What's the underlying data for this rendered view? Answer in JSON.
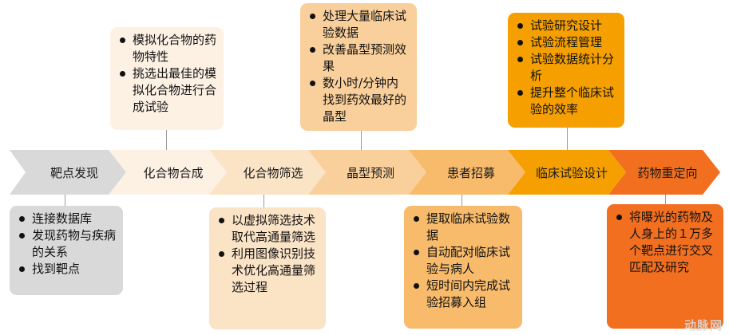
{
  "stages": [
    {
      "label": "靶点发现",
      "fill": "#d9d9d9"
    },
    {
      "label": "化合物合成",
      "fill": "#fdf1e4"
    },
    {
      "label": "化合物筛选",
      "fill": "#fbe3c6"
    },
    {
      "label": "晶型预测",
      "fill": "#f9cf9b"
    },
    {
      "label": "患者招募",
      "fill": "#f8bb6c"
    },
    {
      "label": "临床试验设计",
      "fill": "#f5a000"
    },
    {
      "label": "药物重定向",
      "fill": "#f26f1f"
    }
  ],
  "boxes": {
    "target": {
      "items": [
        "连接数据库",
        "发现药物与疾病的关系",
        "找到靶点"
      ],
      "fill": "#d9d9d9"
    },
    "synthesis": {
      "items": [
        "模拟化合物的药物特性",
        "挑选出最佳的模拟化合物进行合成试验"
      ],
      "fill": "#fdf1e4"
    },
    "screening": {
      "items": [
        "以虚拟筛选技术取代高通量筛选",
        "利用图像识别技术优化高通量筛选过程"
      ],
      "fill": "#fbe3c6"
    },
    "crystal": {
      "items": [
        "处理大量临床试验数据",
        "改善晶型预测效果",
        "数小时/分钟内找到药效最好的晶型"
      ],
      "fill": "#f9cf9b"
    },
    "recruit": {
      "items": [
        "提取临床试验数据",
        "自动配对临床试验与病人",
        "短时间内完成试验招募入组"
      ],
      "fill": "#f8bb6c"
    },
    "clinical": {
      "items": [
        "试验研究设计",
        "试验流程管理",
        "试验数据统计分析",
        "提升整个临床试验的效率"
      ],
      "fill": "#f5a000"
    },
    "repurpose": {
      "items": [
        "将曝光的药物及人身上的１万多个靶点进行交叉匹配及研究"
      ],
      "fill": "#f26f1f"
    }
  },
  "watermark": "动脉网"
}
